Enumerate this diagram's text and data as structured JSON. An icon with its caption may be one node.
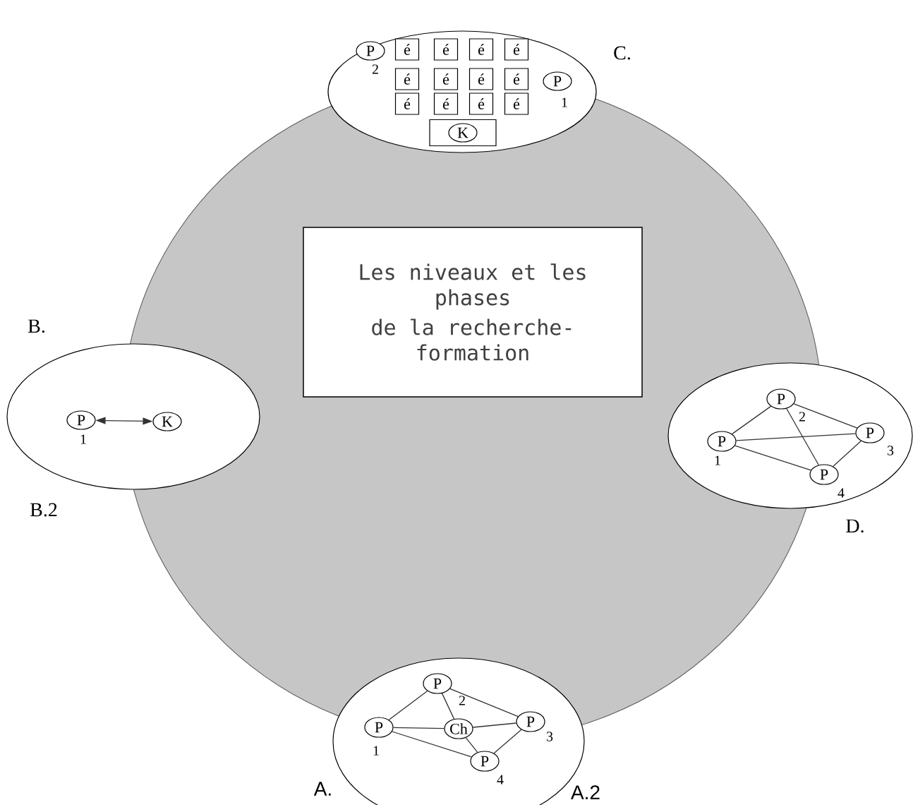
{
  "diagram": {
    "nodes": [
      {
        "text": [
          "Les niveaux et les phases",
          "de la recherche-formation"
        ]
      },
      {
        "text": [],
        "shape": "ellipse",
        "beside": [
          "C."
        ]
      },
      {
        "text": [
          "P"
        ],
        "in": 1,
        "beside": [
          "2"
        ]
      },
      {
        "text": [
          "é"
        ],
        "in": 1
      },
      {
        "text": [
          "é"
        ],
        "in": 1
      },
      {
        "text": [
          "é"
        ],
        "in": 1
      },
      {
        "text": [
          "é"
        ],
        "in": 1
      },
      {
        "text": [
          "é"
        ],
        "in": 1
      },
      {
        "text": [
          "é"
        ],
        "in": 1
      },
      {
        "text": [
          "é"
        ],
        "in": 1
      },
      {
        "text": [
          "é"
        ],
        "in": 1
      },
      {
        "text": [
          "P"
        ],
        "in": 1,
        "beside": [
          "1"
        ]
      },
      {
        "text": [
          "é"
        ],
        "in": 1
      },
      {
        "text": [
          "é"
        ],
        "in": 1
      },
      {
        "text": [
          "é"
        ],
        "in": 1
      },
      {
        "text": [
          "é"
        ],
        "in": 1
      },
      {
        "text": [],
        "shape": "box",
        "in": 1
      },
      {
        "text": [
          "K"
        ],
        "in": 16
      },
      {
        "text": [],
        "shape": "ellipse",
        "beside": [
          "B.",
          "B.2"
        ]
      },
      {
        "text": [
          "P"
        ],
        "in": 18,
        "beside": [
          "1"
        ]
      },
      {
        "text": [
          "K"
        ],
        "in": 18
      },
      {
        "text": [],
        "shape": "ellipse",
        "beside": [
          "D."
        ]
      },
      {
        "text": [
          "P"
        ],
        "in": 21,
        "beside": [
          "2"
        ]
      },
      {
        "text": [
          "P"
        ],
        "in": 21,
        "beside": [
          "1"
        ]
      },
      {
        "text": [
          "P"
        ],
        "in": 21,
        "beside": [
          "3"
        ]
      },
      {
        "text": [
          "P"
        ],
        "in": 21,
        "beside": [
          "4"
        ]
      },
      {
        "text": [],
        "shape": "ellipse",
        "beside": [
          "A.",
          "A.2"
        ]
      },
      {
        "text": [
          "P"
        ],
        "in": 26,
        "beside": [
          "2"
        ]
      },
      {
        "text": [
          "P"
        ],
        "in": 26,
        "beside": [
          "1"
        ]
      },
      {
        "text": [
          "Ch"
        ],
        "in": 26
      },
      {
        "text": [
          "P"
        ],
        "in": 26,
        "beside": [
          "3"
        ]
      },
      {
        "text": [
          "P"
        ],
        "in": 26,
        "beside": [
          "4"
        ]
      }
    ],
    "edges": [
      {
        "from": 19,
        "to": 20,
        "arrow": "both"
      },
      {
        "from": 23,
        "to": 22,
        "arrow": "none"
      },
      {
        "from": 22,
        "to": 24,
        "arrow": "none"
      },
      {
        "from": 23,
        "to": 24,
        "arrow": "none"
      },
      {
        "from": 22,
        "to": 25,
        "arrow": "none"
      },
      {
        "from": 23,
        "to": 25,
        "arrow": "none"
      },
      {
        "from": 24,
        "to": 25,
        "arrow": "none"
      },
      {
        "from": 28,
        "to": 27,
        "arrow": "none"
      },
      {
        "from": 27,
        "to": 29,
        "arrow": "none"
      },
      {
        "from": 27,
        "to": 30,
        "arrow": "none"
      },
      {
        "from": 28,
        "to": 29,
        "arrow": "none"
      },
      {
        "from": 29,
        "to": 30,
        "arrow": "none"
      },
      {
        "from": 28,
        "to": 31,
        "arrow": "none"
      },
      {
        "from": 29,
        "to": 31,
        "arrow": "none"
      },
      {
        "from": 30,
        "to": 31,
        "arrow": "none"
      }
    ]
  }
}
